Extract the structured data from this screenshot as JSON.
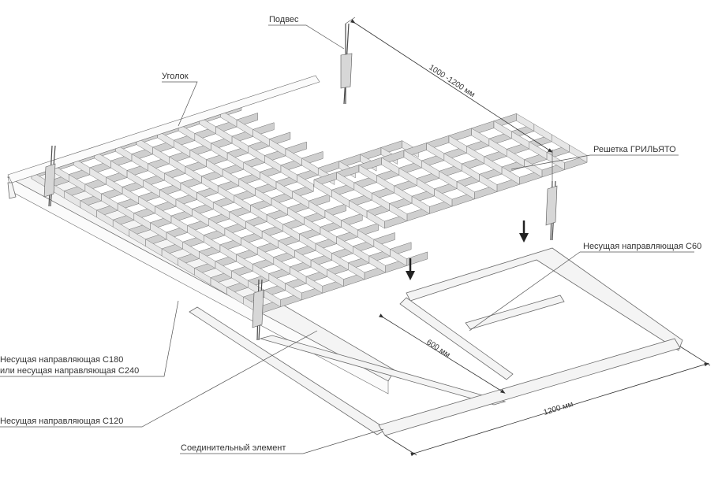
{
  "labels": {
    "podves": "Подвес",
    "ugolok": "Уголок",
    "dim_hanger_spacing": "1000 -1200 мм",
    "reshetka": "Решетка ГРИЛЬЯТО",
    "c60": "Несущая направляющая С60",
    "c180_line1": "Несущая направляющая С180",
    "c180_line2": "или несущая направляющая С240",
    "c120": "Несущая направляющая С120",
    "dim_600": "600 мм",
    "dim_1200": "1200 мм",
    "connector": "Соединительный элемент"
  },
  "colors": {
    "slat": "#cfcfcf",
    "rail": "#f4f4f4",
    "outline": "#6b6b6b",
    "text": "#333333"
  }
}
